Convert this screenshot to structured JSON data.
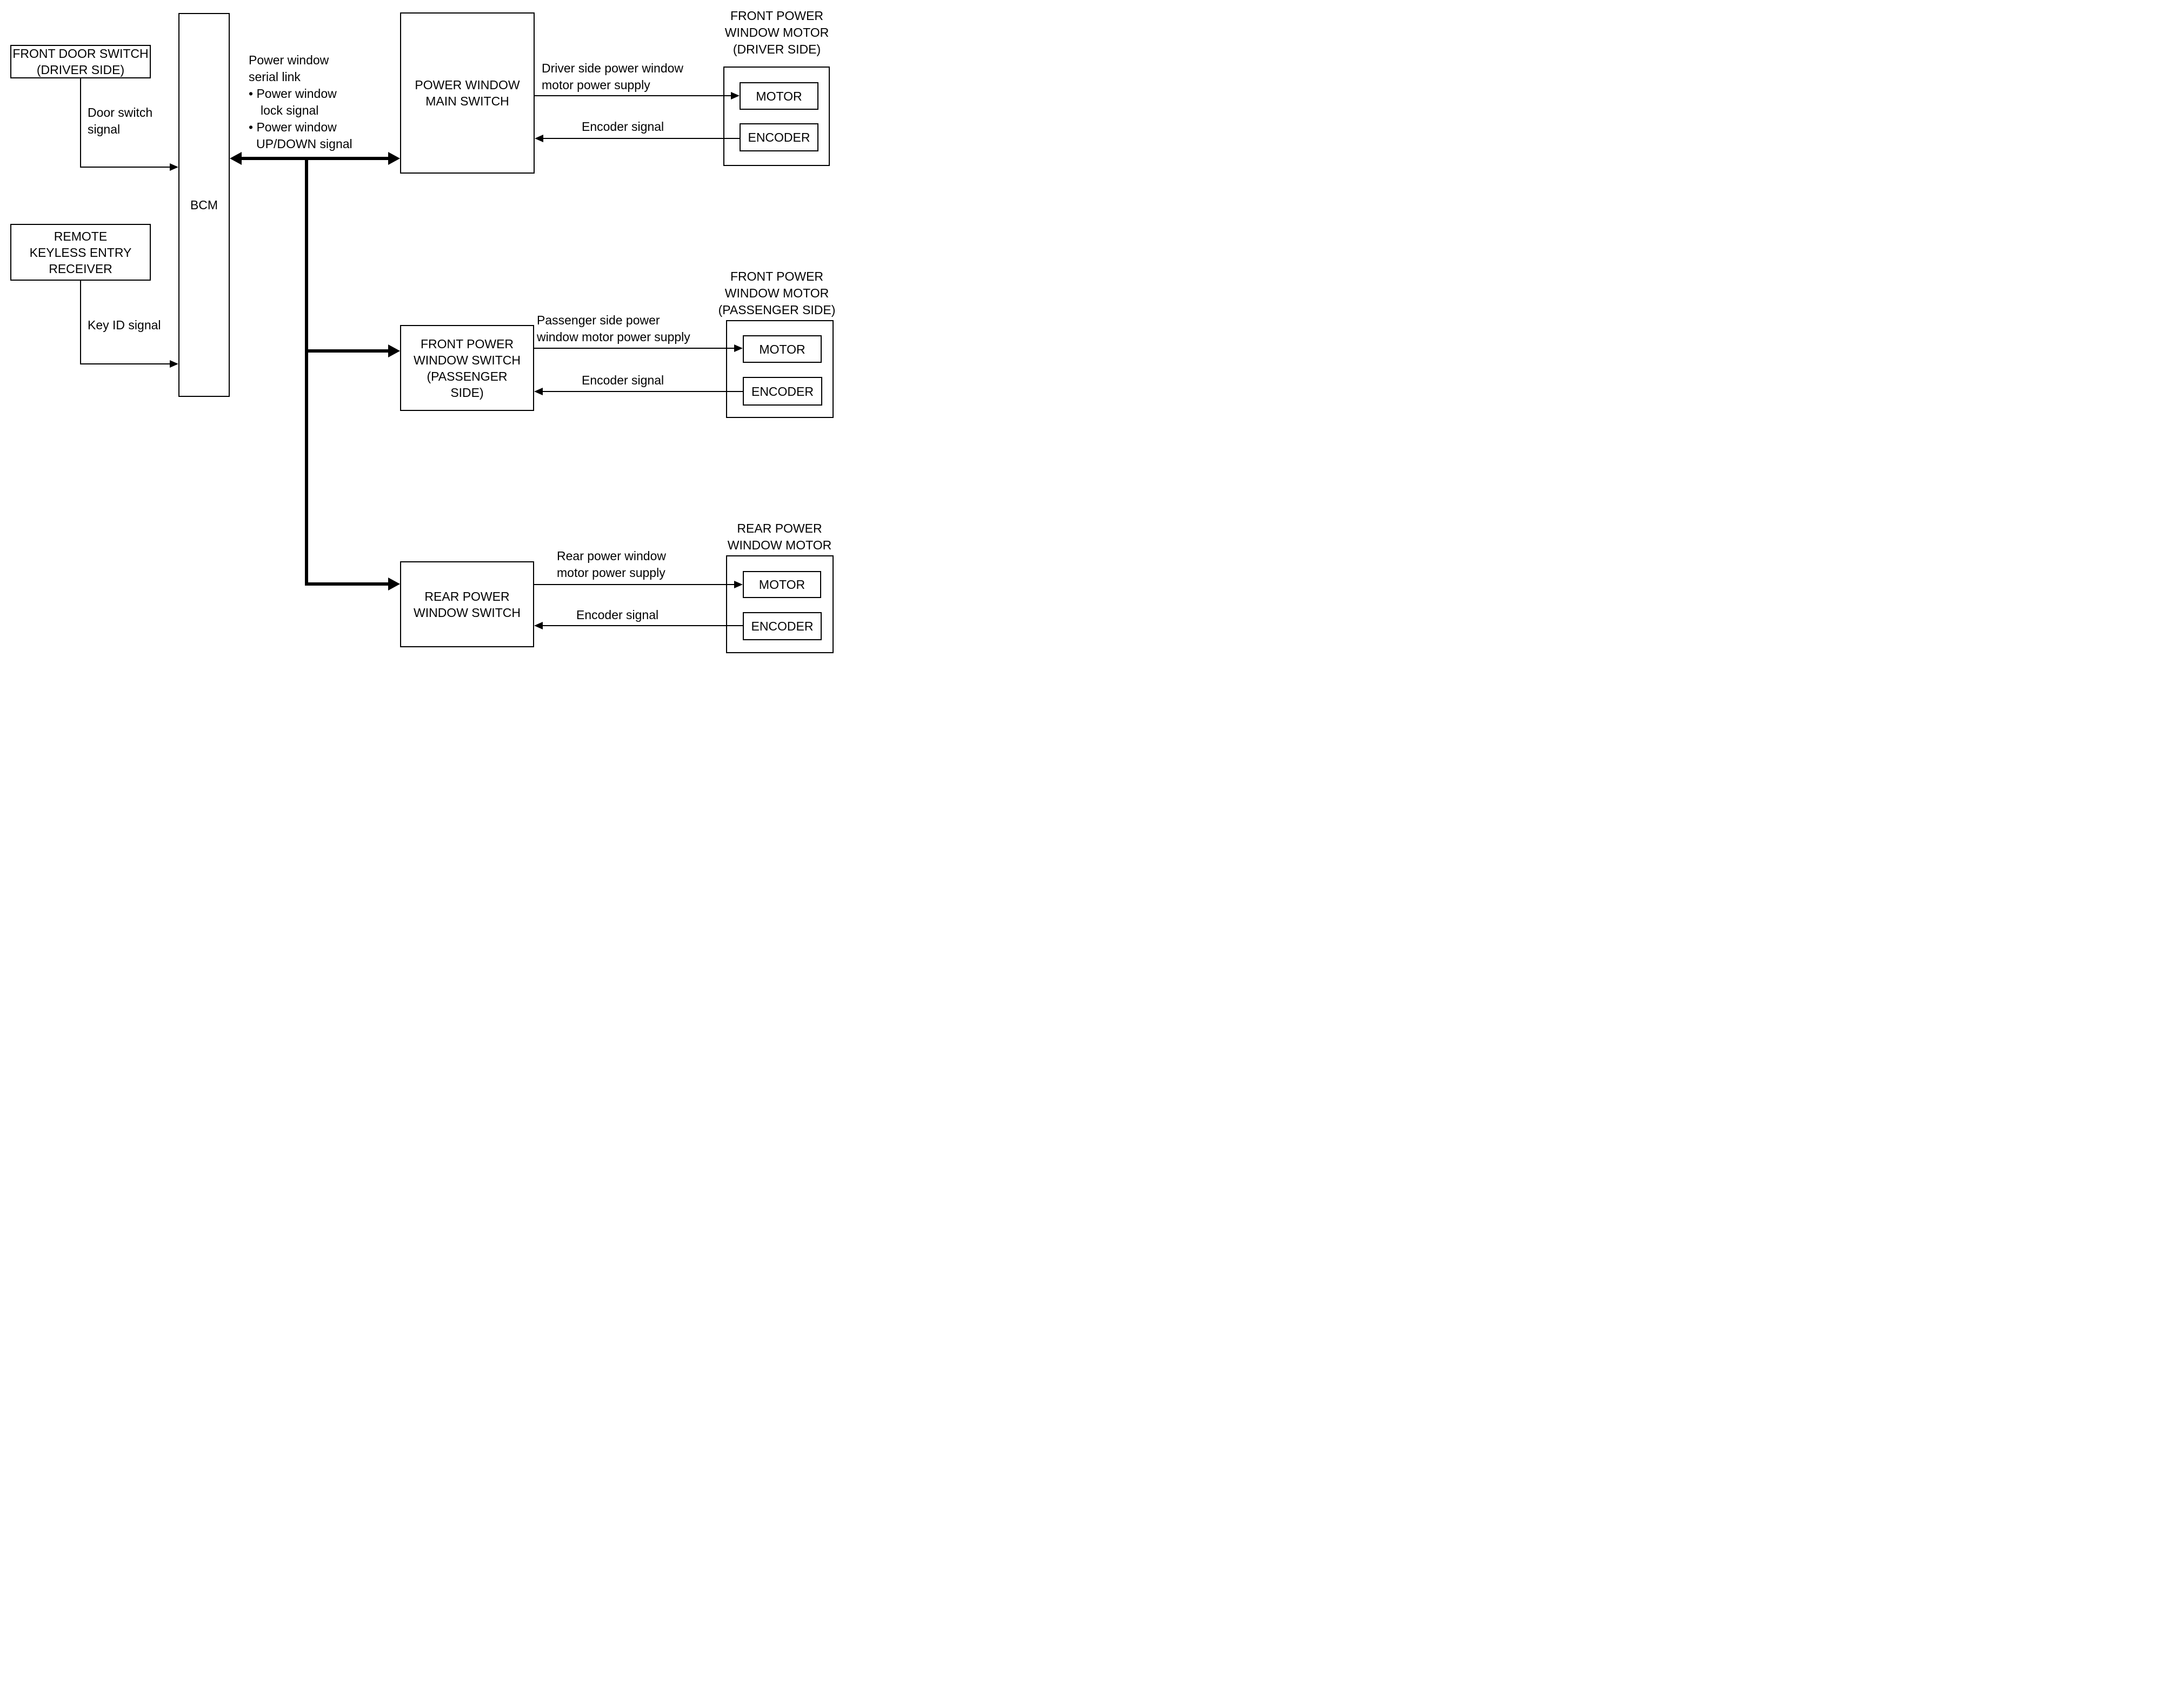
{
  "nodes": {
    "front_door_switch": [
      "FRONT DOOR SWITCH",
      "(DRIVER SIDE)"
    ],
    "remote_keyless_receiver": [
      "REMOTE",
      "KEYLESS ENTRY",
      "RECEIVER"
    ],
    "bcm": "BCM",
    "power_window_main_switch": [
      "POWER WINDOW",
      "MAIN SWITCH"
    ],
    "front_power_window_switch_passenger": [
      "FRONT POWER",
      "WINDOW SWITCH",
      "(PASSENGER",
      "SIDE)"
    ],
    "rear_power_window_switch": [
      "REAR POWER",
      "WINDOW SWITCH"
    ],
    "front_power_window_motor_driver_title": [
      "FRONT POWER",
      "WINDOW MOTOR",
      "(DRIVER SIDE)"
    ],
    "front_power_window_motor_passenger_title": [
      "FRONT POWER",
      "WINDOW MOTOR",
      "(PASSENGER SIDE)"
    ],
    "rear_power_window_motor_title": [
      "REAR POWER",
      "WINDOW MOTOR"
    ],
    "motor": "MOTOR",
    "encoder": "ENCODER"
  },
  "labels": {
    "door_switch_signal": [
      "Door switch",
      "signal"
    ],
    "key_id_signal": "Key ID signal",
    "serial_link": [
      "Power window",
      "serial link",
      "• Power window",
      "lock signal",
      "• Power window",
      "UP/DOWN signal"
    ],
    "driver_supply": [
      "Driver side power window",
      "motor power supply"
    ],
    "passenger_supply": [
      "Passenger side power",
      "window motor power supply"
    ],
    "rear_supply": [
      "Rear power window",
      "motor power supply"
    ],
    "encoder_signal": "Encoder signal"
  },
  "colors": {
    "line": "#000000",
    "background": "#ffffff"
  }
}
